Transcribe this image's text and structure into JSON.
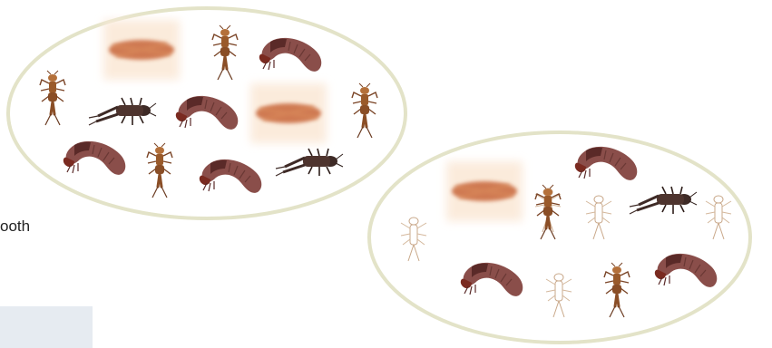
{
  "text_fragment": "ooth",
  "colors": {
    "pond_fill": "#ffffff",
    "pond_stroke": "#e3e3c8",
    "box_fill": "#e6ebf1",
    "caddis": "#8a4e4a",
    "caddis_dark": "#5a2a28",
    "stonefly": "#9a5a2a",
    "mayfly": "#3e2a26",
    "blurred": "#c8663a",
    "outline": "#c9a88a"
  },
  "pools": [
    {
      "name": "left-pool",
      "organisms": [
        "stonefly",
        "blurred",
        "stonefly",
        "caddis",
        "stonefly",
        "mayfly",
        "caddis",
        "blurred",
        "stonefly",
        "caddis",
        "stonefly",
        "caddis",
        "mayfly"
      ]
    },
    {
      "name": "right-pool",
      "organisms": [
        "blurred",
        "caddis",
        "outline",
        "stonefly",
        "outline",
        "mayfly",
        "outline",
        "outline",
        "caddis",
        "outline",
        "stonefly",
        "caddis"
      ]
    }
  ]
}
